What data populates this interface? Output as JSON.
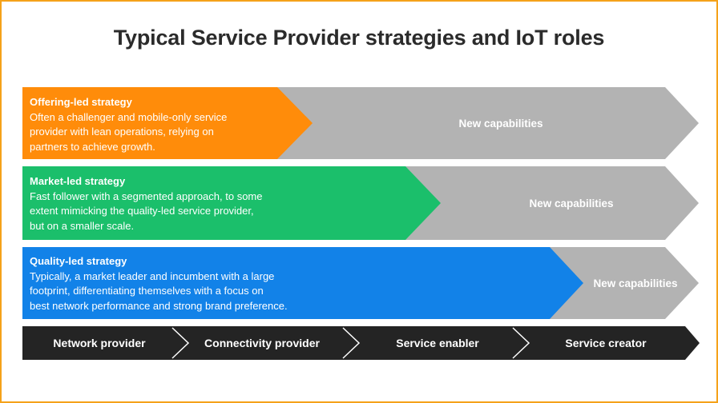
{
  "title": "Typical Service Provider strategies and IoT roles",
  "colors": {
    "gray": "#b3b3b3",
    "offering": "#ff8c0a",
    "market": "#1bbf6b",
    "quality": "#1282e8",
    "roles_bar": "#242424",
    "frame": "#f5a21a"
  },
  "strategies": [
    {
      "heading": "Offering-led strategy",
      "lines": [
        "Often a challenger and mobile-only service",
        "provider with lean operations, relying on",
        "partners to achieve growth."
      ],
      "capabilities": "New capabilities"
    },
    {
      "heading": "Market-led strategy",
      "lines": [
        "Fast follower with a segmented approach, to some",
        "extent mimicking the quality-led service provider,",
        "but on a smaller scale."
      ],
      "capabilities": "New capabilities"
    },
    {
      "heading": "Quality-led strategy",
      "lines": [
        "Typically, a market leader and incumbent with a large",
        "footprint, differentiating themselves with a focus on",
        "best network performance and strong brand preference."
      ],
      "capabilities": "New capabilities"
    }
  ],
  "roles": [
    "Network provider",
    "Connectivity provider",
    "Service enabler",
    "Service creator"
  ]
}
